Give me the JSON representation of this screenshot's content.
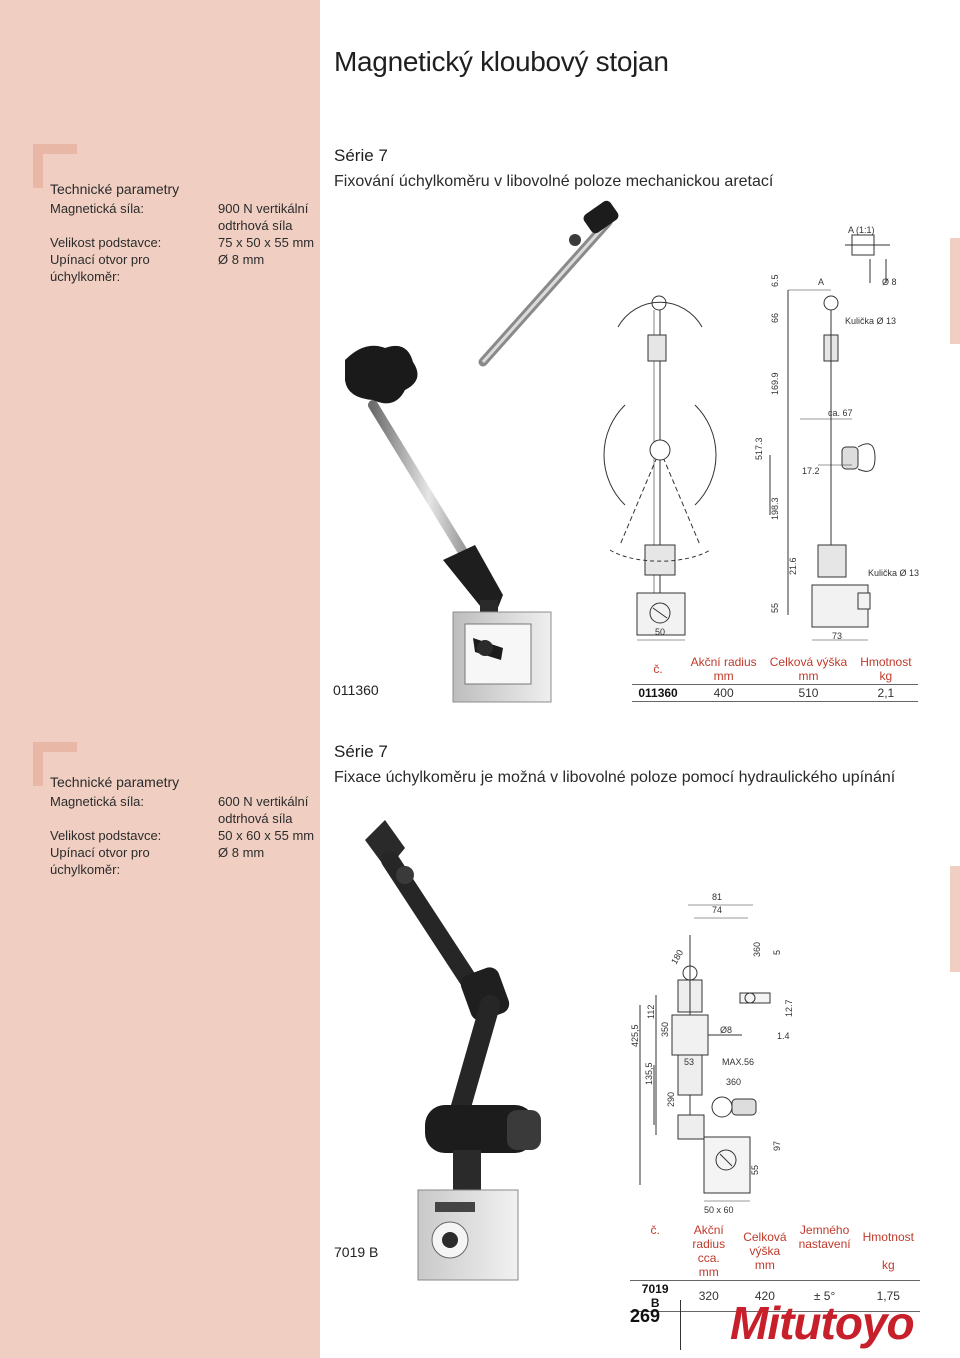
{
  "page": {
    "title": "Magnetický kloubový stojan",
    "page_number": "269",
    "brand": "Mitutoyo",
    "accent_color": "#c03a2b",
    "panel_color": "#f0cfc2"
  },
  "product1": {
    "spec_heading": "Technické parametry",
    "specs": [
      {
        "label": "Magnetická síla:",
        "value": "900 N vertikální odtrhová síla"
      },
      {
        "label": "Velikost podstavce:",
        "value": "75 x 50 x 55 mm"
      },
      {
        "label": "Upínací otvor pro úchylkoměr:",
        "value": "Ø 8 mm"
      }
    ],
    "serie": "Série 7",
    "subtitle": "Fixování úchylkoměru v libovolné poloze mechanickou aretací",
    "code": "011360",
    "drawing_labels": {
      "a_scale": "A (1:1)",
      "a": "A",
      "dia8": "Ø 8",
      "ball1": "Kulička Ø 13",
      "ball2": "Kulička Ø 13",
      "ca67": "ca. 67",
      "d172": "17.2",
      "d65": "6.5",
      "d66": "66",
      "d1699": "169.9",
      "d5173": "517.3",
      "d1983": "198.3",
      "d216": "21.6",
      "d55": "55",
      "d50": "50",
      "d73": "73"
    },
    "table": {
      "headers": [
        [
          "č.",
          ""
        ],
        [
          "Akční radius",
          "mm"
        ],
        [
          "Celková výška",
          "mm"
        ],
        [
          "Hmotnost",
          "kg"
        ]
      ],
      "row": [
        "011360",
        "400",
        "510",
        "2,1"
      ]
    }
  },
  "product2": {
    "spec_heading": "Technické parametry",
    "specs": [
      {
        "label": "Magnetická síla:",
        "value": "600 N vertikální odtrhová síla"
      },
      {
        "label": "Velikost podstavce:",
        "value": "50 x 60 x 55 mm"
      },
      {
        "label": "Upínací otvor pro úchylkoměr:",
        "value": "Ø 8 mm"
      }
    ],
    "serie": "Série 7",
    "subtitle": "Fixace úchylkoměru je možná v libovolné poloze pomocí hydraulického upínání",
    "code": "7019 B",
    "drawing_labels": {
      "d81": "81",
      "d74": "74",
      "d180": "180",
      "d360a": "360",
      "d5": "5",
      "d112": "112",
      "d4255": "425,5",
      "d350": "350",
      "dia8": "Ø8",
      "d127": "12.7",
      "d14": "1.4",
      "d53": "53",
      "max56": "MAX.56",
      "d1355": "135,5",
      "d360b": "360",
      "d290": "290",
      "d55": "55",
      "d97": "97",
      "d50x60": "50 x 60"
    },
    "table": {
      "headers": [
        [
          "č.",
          "",
          ""
        ],
        [
          "Akční",
          "radius",
          "cca. mm"
        ],
        [
          "Celková",
          "výška",
          "mm"
        ],
        [
          "Jemného",
          "nastavení",
          ""
        ],
        [
          "Hmotnost",
          "",
          "kg"
        ]
      ],
      "row": [
        "7019 B",
        "320",
        "420",
        "± 5°",
        "1,75"
      ]
    }
  }
}
